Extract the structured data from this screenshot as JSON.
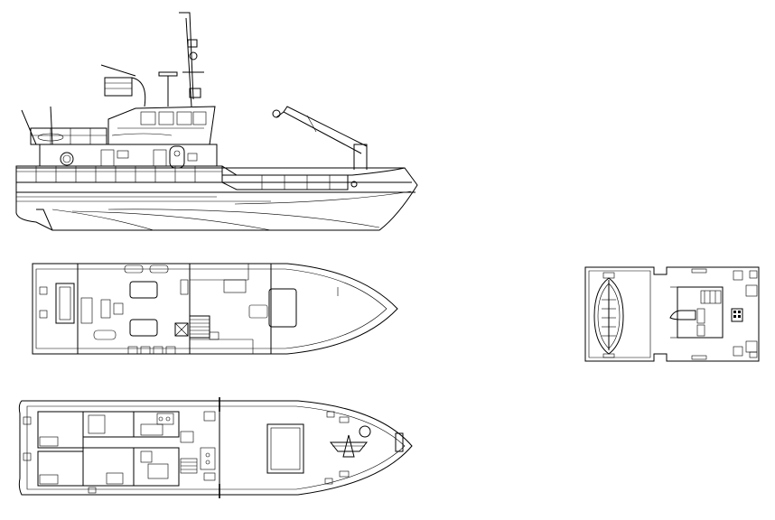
{
  "drawing": {
    "views": [
      {
        "id": "side-elevation"
      },
      {
        "id": "main-deck-plan"
      },
      {
        "id": "lower-deck-plan"
      },
      {
        "id": "wheelhouse-top-plan"
      }
    ],
    "line_color": "#000000",
    "background_color": "#ffffff"
  }
}
